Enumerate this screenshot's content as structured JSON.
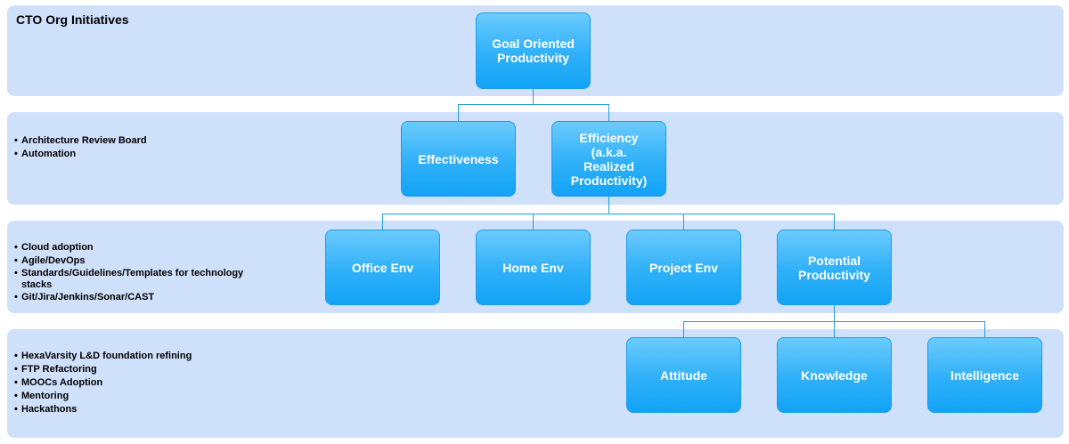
{
  "colors": {
    "band_fill": "#cfe0fb",
    "node_top": "#6ccbfd",
    "node_bottom": "#12a3f6",
    "connector": "#1e9be0"
  },
  "bands": [
    {
      "title": "CTO Org Initiatives",
      "bullets": []
    },
    {
      "bullets": [
        "Architecture Review Board",
        "Automation"
      ]
    },
    {
      "bullets": [
        "Cloud adoption",
        "Agile/DevOps",
        "Standards/Guidelines/Templates for technology\nstacks",
        "Git/Jira/Jenkins/Sonar/CAST"
      ]
    },
    {
      "bullets": [
        "HexaVarsity L&D foundation refining",
        "FTP Refactoring",
        "MOOCs Adoption",
        "Mentoring",
        "Hackathons"
      ]
    }
  ],
  "nodes": {
    "goal": "Goal Oriented\nProductivity",
    "effectiveness": "Effectiveness",
    "efficiency": "Efficiency\n(a.k.a.\nRealized\nProductivity)",
    "office_env": "Office Env",
    "home_env": "Home Env",
    "project_env": "Project Env",
    "potential_productivity": "Potential\nProductivity",
    "attitude": "Attitude",
    "knowledge": "Knowledge",
    "intelligence": "Intelligence"
  },
  "edges": [
    [
      "goal",
      "effectiveness"
    ],
    [
      "goal",
      "efficiency"
    ],
    [
      "efficiency",
      "office_env"
    ],
    [
      "efficiency",
      "home_env"
    ],
    [
      "efficiency",
      "project_env"
    ],
    [
      "efficiency",
      "potential_productivity"
    ],
    [
      "potential_productivity",
      "attitude"
    ],
    [
      "potential_productivity",
      "knowledge"
    ],
    [
      "potential_productivity",
      "intelligence"
    ]
  ]
}
